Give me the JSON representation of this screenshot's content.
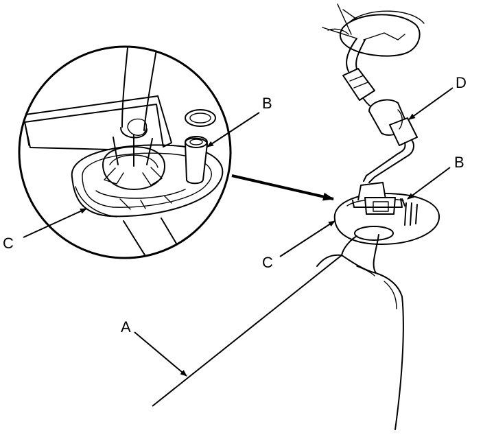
{
  "callouts": {
    "a": "A",
    "b_detail": "B",
    "b_main": "B",
    "c_detail": "C",
    "c_main": "C",
    "d": "D"
  },
  "colors": {
    "ink": "#000000",
    "background": "#ffffff"
  }
}
